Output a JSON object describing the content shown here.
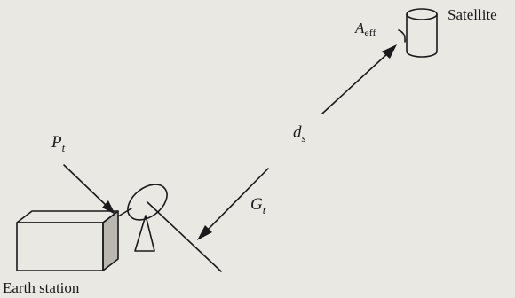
{
  "labels": {
    "satellite": "Satellite",
    "earth_station": "Earth station",
    "aeff_main": "A",
    "aeff_sub": "eff",
    "pt_main": "P",
    "pt_sub": "t",
    "ds_main": "d",
    "ds_sub": "s",
    "gt_main": "G",
    "gt_sub": "t"
  },
  "colors": {
    "ink": "#1a1a1a",
    "paper": "#e9e8e3",
    "shade": "#b9b7b0"
  }
}
